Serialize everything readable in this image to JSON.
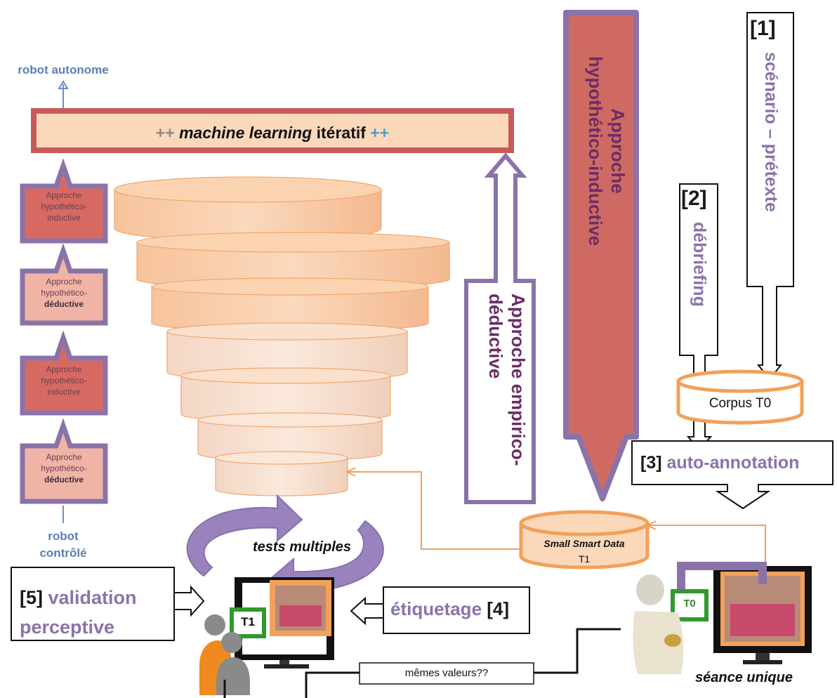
{
  "top_label": "robot autonome",
  "bottom_label": [
    "robot",
    "contrôlé"
  ],
  "ml_bar": {
    "plus_left": "++",
    "italic": "machine learning",
    "rest": "itératif",
    "plus_right": "++"
  },
  "stages": [
    {
      "line1": "Approche",
      "line2": "hypothético-",
      "line3": "inductive",
      "bold_last": false
    },
    {
      "line1": "Approche",
      "line2": "hypothético-",
      "line3": "déductive",
      "bold_last": true
    },
    {
      "line1": "Approche",
      "line2": "hypothético-",
      "line3": "inductive",
      "bold_last": false
    },
    {
      "line1": "Approche",
      "line2": "hypothético-",
      "line3": "déductive",
      "bold_last": true
    }
  ],
  "empirico": {
    "line1": "Approche empirico-",
    "line2": "déductive"
  },
  "inductive_big": {
    "line1": "Approche",
    "line2": "hypothético-inductive"
  },
  "step1": {
    "num": "[1]",
    "text": "scénario – prétexte"
  },
  "step2": {
    "num": "[2]",
    "text": "débriefing"
  },
  "corpus": "Corpus T0",
  "step3": {
    "num": "[3]",
    "text": "auto-annotation"
  },
  "small_smart_data": {
    "title": "Small Smart Data",
    "sub": "T1"
  },
  "tests": "tests multiples",
  "step5": {
    "num": "[5]",
    "word1": "validation",
    "word2": "perceptive"
  },
  "step4": {
    "text": "étiquetage",
    "num": "[4]"
  },
  "badge_t1": "T1",
  "badge_t0": "T0",
  "seance": "séance unique",
  "memes_valeurs": "mêmes valeurs??"
}
